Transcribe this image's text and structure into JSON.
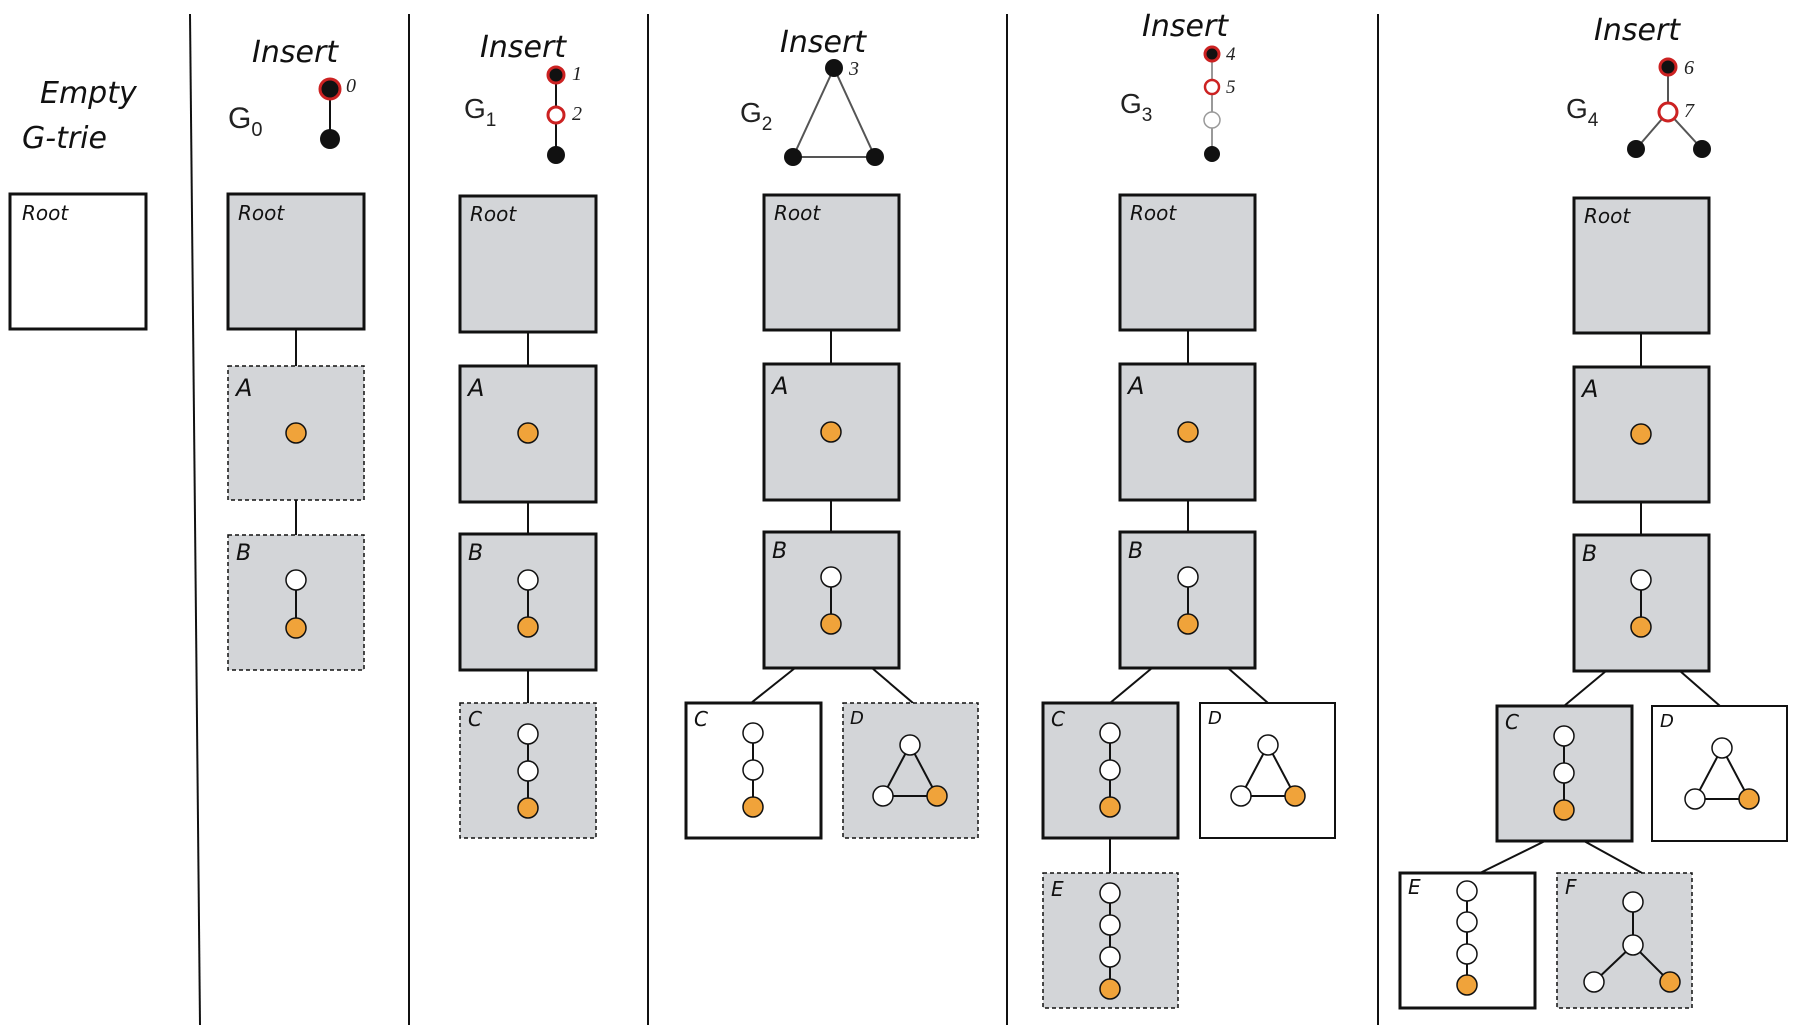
{
  "header": {
    "empty_label_line1": "Empty",
    "empty_label_line2": "G-trie",
    "insert_label": "Insert"
  },
  "graphs": [
    {
      "name": "G",
      "sub": "0",
      "labels": [
        "0"
      ]
    },
    {
      "name": "G",
      "sub": "1",
      "labels": [
        "1",
        "2"
      ]
    },
    {
      "name": "G",
      "sub": "2",
      "labels": [
        "3"
      ]
    },
    {
      "name": "G",
      "sub": "3",
      "labels": [
        "4",
        "5"
      ]
    },
    {
      "name": "G",
      "sub": "4",
      "labels": [
        "6",
        "7"
      ]
    }
  ],
  "node_labels": {
    "root": "Root",
    "A": "A",
    "B": "B",
    "C": "C",
    "D": "D",
    "E": "E",
    "F": "F"
  },
  "colors": {
    "filled_box": "#d3d5d8",
    "highlight_node": "#f0a33a",
    "new_node_ring": "#cc2222",
    "edge": "#111111"
  }
}
